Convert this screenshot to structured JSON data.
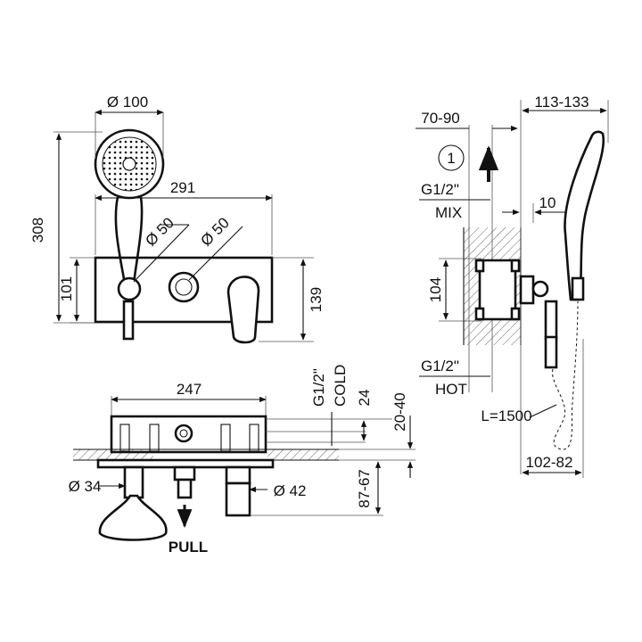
{
  "dimensions": {
    "handshower_diameter": "Ø 100",
    "body_width": "291",
    "overall_height": "308",
    "valve_height": "101",
    "knob1_diameter": "Ø 50",
    "knob2_diameter": "Ø 50",
    "plate_height": "139",
    "box_width": "247",
    "cold_offset": "24",
    "wall_depth": "20-40",
    "outlet_diameter": "Ø 34",
    "lever_diameter": "Ø 42",
    "projection": "87-67",
    "mix_offset": "70-90",
    "hose_projection": "113-133",
    "wall_gap": "10",
    "box_height": "104",
    "hose_length": "L=1500",
    "bottom_projection": "102-82"
  },
  "labels": {
    "cold_thread": "G1/2\"",
    "cold": "COLD",
    "mix_thread": "G1/2\"",
    "mix": "MIX",
    "hot_thread": "G1/2\"",
    "hot": "HOT",
    "pull": "PULL",
    "marker": "1"
  }
}
